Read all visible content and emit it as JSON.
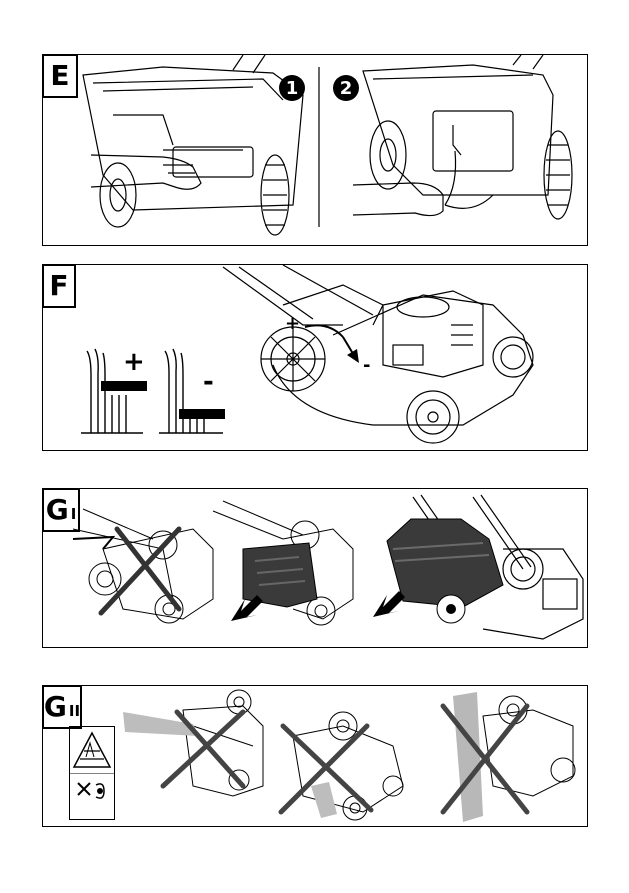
{
  "panels": {
    "E": {
      "tag": "E",
      "steps": [
        "1",
        "2"
      ]
    },
    "F": {
      "tag": "F",
      "plus": "+",
      "minus": "-",
      "diagram_plus": "+",
      "diagram_minus": "-"
    },
    "G1": {
      "tag": "G",
      "tag_sub": "I"
    },
    "G2": {
      "tag": "G",
      "tag_sub": "II"
    }
  },
  "colors": {
    "ink": "#000000",
    "paper": "#ffffff",
    "bag": "#333333",
    "arrow": "#111111",
    "cross": "#333333"
  },
  "icons": [
    "grass-hand-warning-icon",
    "ear-protection-icon"
  ]
}
